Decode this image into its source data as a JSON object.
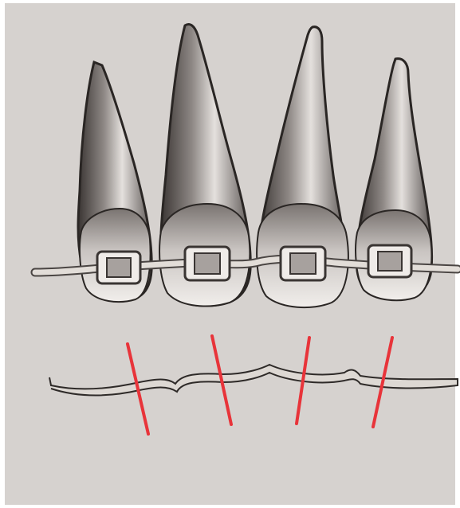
{
  "illustration": {
    "subject": "incisors-with-braces",
    "teeth_count": 4,
    "brackets_count": 4,
    "marker_lines_count": 4
  },
  "colors": {
    "background": "#d6d2cf",
    "tooth_outline": "#2a2624",
    "tooth_dark_shade": "#6d6866",
    "tooth_mid_shade": "#9e9895",
    "tooth_light": "#e6e2df",
    "wire": "#e2ddd8",
    "wire_outline": "#4a4543",
    "marker_line": "#e8343a"
  }
}
